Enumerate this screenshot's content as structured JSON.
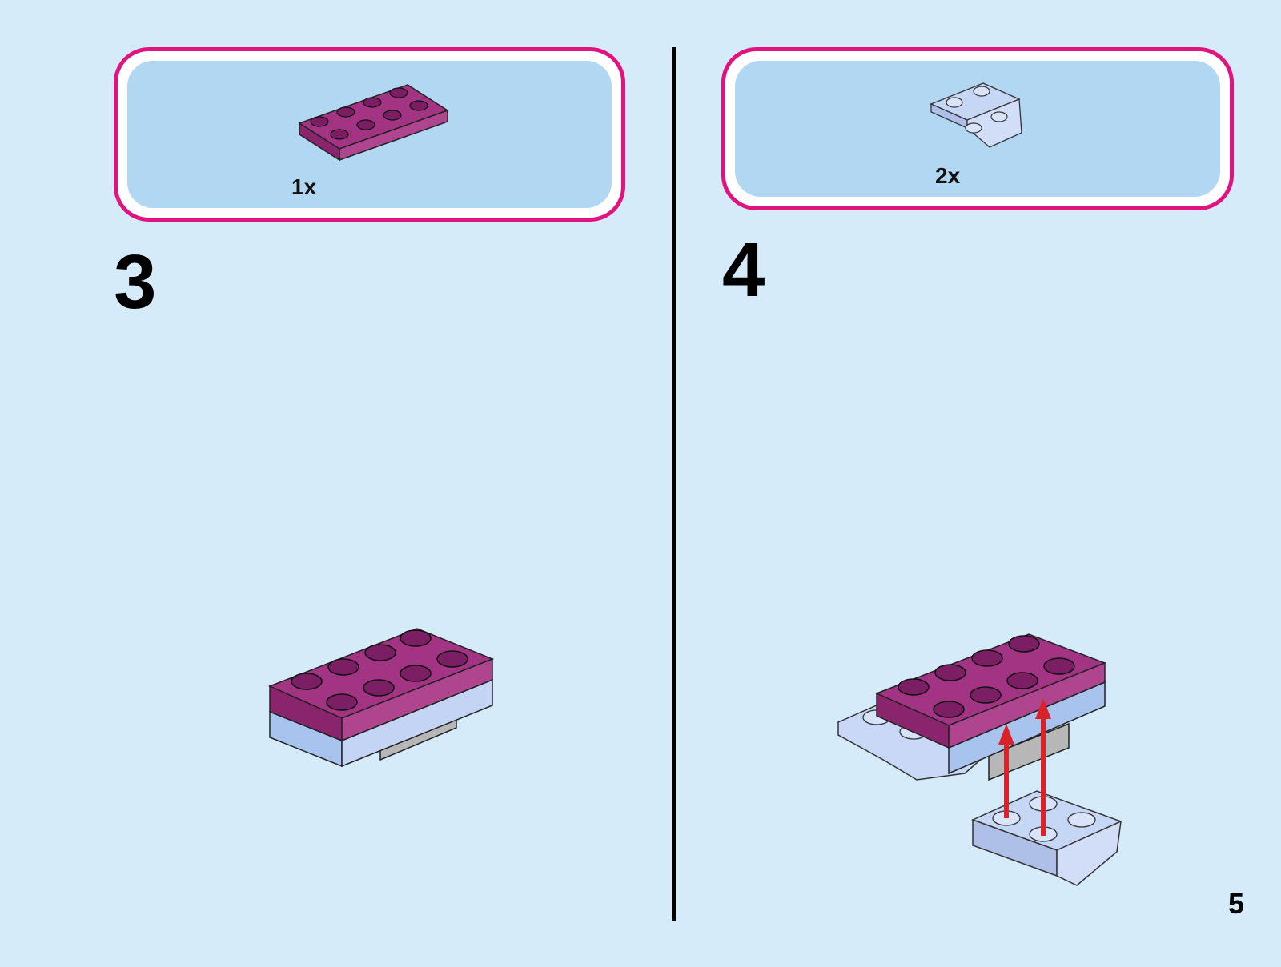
{
  "steps": [
    {
      "number": "3",
      "parts_quantity": "1x"
    },
    {
      "number": "4",
      "parts_quantity": "2x"
    }
  ],
  "page_number": "5",
  "colors": {
    "background": "#d6ebfa",
    "callout_border": "#e0137f",
    "callout_fill": "#b2d7f3",
    "magenta_brick": "#9b2a7c",
    "light_blue_brick": "#b9cdf2",
    "grey_brick": "#b0b0b0",
    "arrow": "#d8232a"
  },
  "icons": {
    "left_part": "magenta-plate-2x4-icon",
    "right_part": "light-blue-inverted-slope-icon",
    "step3_model": "step3-assembly-icon",
    "step4_model": "step4-assembly-icon"
  }
}
